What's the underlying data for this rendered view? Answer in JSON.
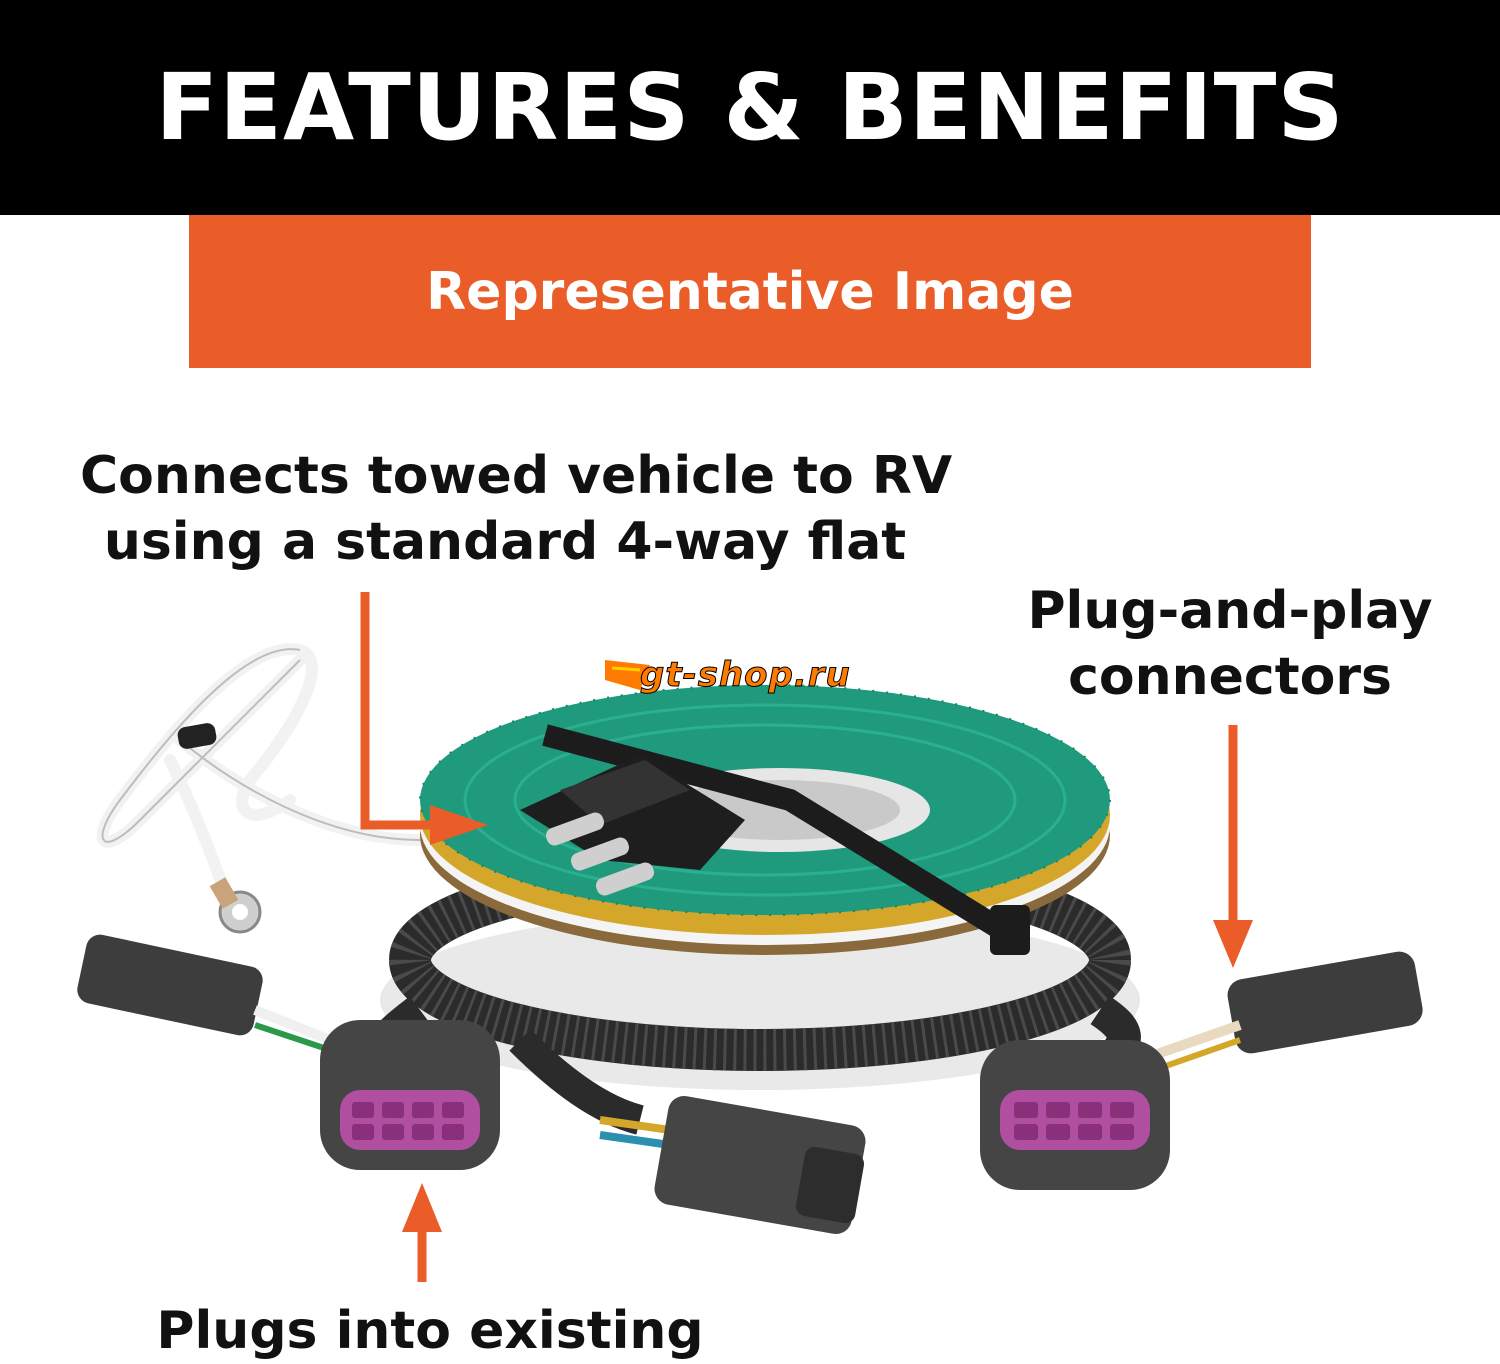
{
  "header": {
    "title": "FEATURES & BENEFITS"
  },
  "banner": {
    "label": "Representative Image"
  },
  "callouts": {
    "towed": {
      "line1": "Connects towed vehicle to RV",
      "line2": "using a standard 4-way flat"
    },
    "plug": {
      "line1": "Plug-and-play",
      "line2": "connectors"
    },
    "existing": {
      "line1": "Plugs into existing"
    }
  },
  "watermark": {
    "text": "gt-shop.ru"
  },
  "colors": {
    "header_bg": "#000000",
    "accent": "#ea5c28",
    "text": "#111111"
  },
  "icons": [
    "arrow-down-icon",
    "arrow-right-icon",
    "arrow-up-icon"
  ]
}
